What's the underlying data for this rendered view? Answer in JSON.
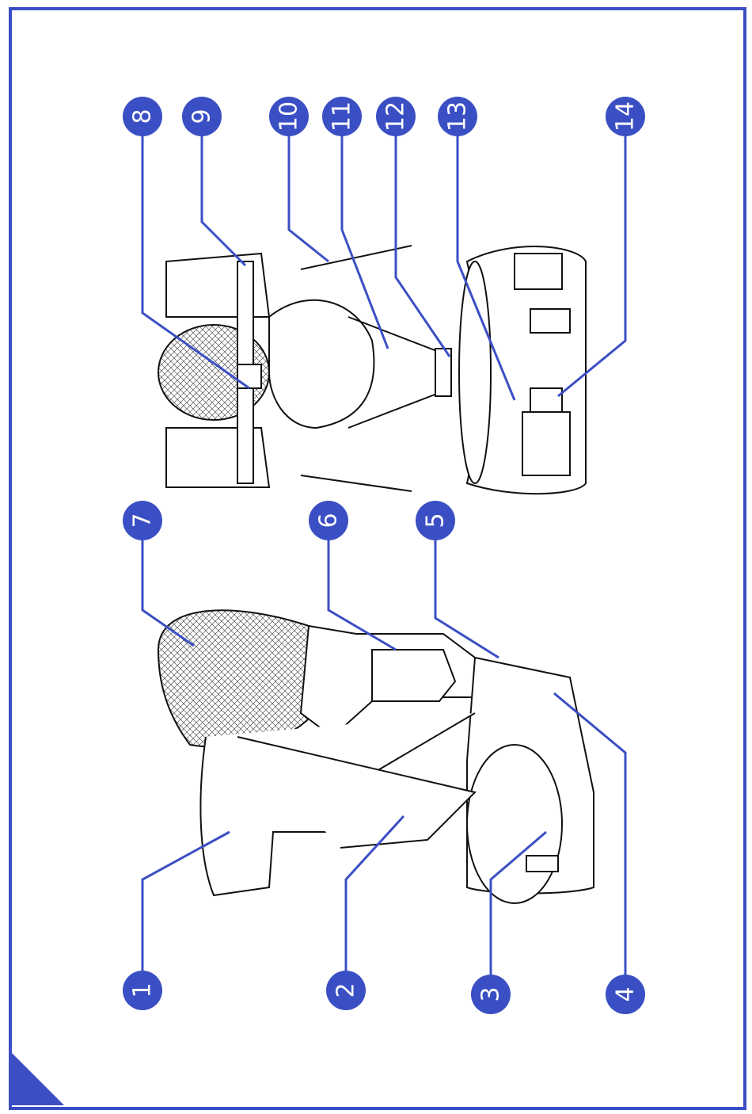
{
  "accent_color": "#3b4fc4",
  "callouts": [
    {
      "label": "1"
    },
    {
      "label": "2"
    },
    {
      "label": "3"
    },
    {
      "label": "4"
    },
    {
      "label": "5"
    },
    {
      "label": "6"
    },
    {
      "label": "7"
    },
    {
      "label": "8"
    },
    {
      "label": "9"
    },
    {
      "label": "10"
    },
    {
      "label": "11"
    },
    {
      "label": "12"
    },
    {
      "label": "13"
    },
    {
      "label": "14"
    }
  ]
}
